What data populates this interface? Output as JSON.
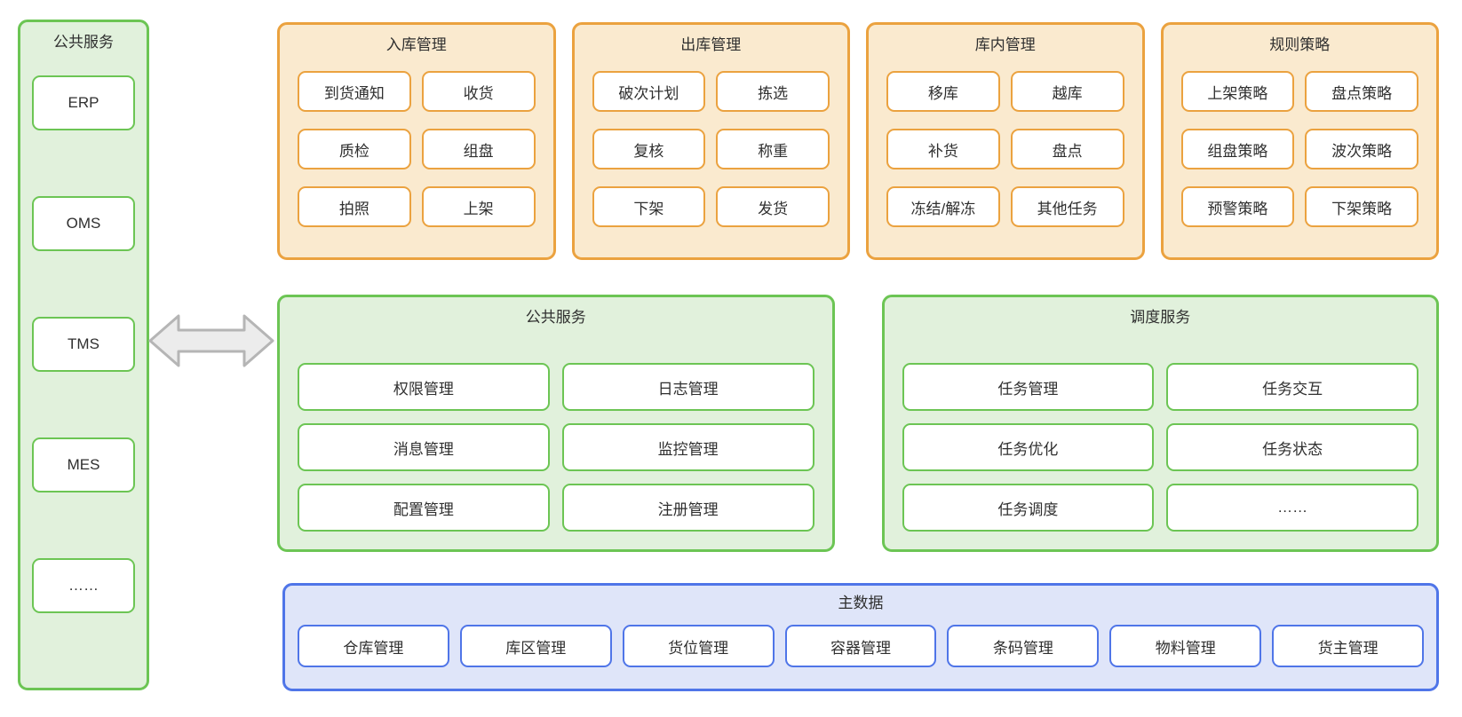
{
  "colors": {
    "green_border": "#6cc554",
    "green_fill": "#e1f1dc",
    "orange_border": "#eba23f",
    "orange_fill": "#faeacf",
    "blue_border": "#4f75e8",
    "blue_fill": "#dfe5f9",
    "arrow_fill": "#ececec",
    "arrow_border": "#b5b5b5",
    "text": "#2f2f2f"
  },
  "left_panel": {
    "title": "公共服务",
    "items": [
      "ERP",
      "OMS",
      "TMS",
      "MES",
      "……"
    ]
  },
  "top_panels": [
    {
      "title": "入库管理",
      "items": [
        "到货通知",
        "收货",
        "质检",
        "组盘",
        "拍照",
        "上架"
      ]
    },
    {
      "title": "出库管理",
      "items": [
        "破次计划",
        "拣选",
        "复核",
        "称重",
        "下架",
        "发货"
      ]
    },
    {
      "title": "库内管理",
      "items": [
        "移库",
        "越库",
        "补货",
        "盘点",
        "冻结/解冻",
        "其他任务"
      ]
    },
    {
      "title": "规则策略",
      "items": [
        "上架策略",
        "盘点策略",
        "组盘策略",
        "波次策略",
        "预警策略",
        "下架策略"
      ]
    }
  ],
  "middle_panels": [
    {
      "title": "公共服务",
      "items": [
        "权限管理",
        "日志管理",
        "消息管理",
        "监控管理",
        "配置管理",
        "注册管理"
      ]
    },
    {
      "title": "调度服务",
      "items": [
        "任务管理",
        "任务交互",
        "任务优化",
        "任务状态",
        "任务调度",
        "……"
      ]
    }
  ],
  "bottom_panel": {
    "title": "主数据",
    "items": [
      "仓库管理",
      "库区管理",
      "货位管理",
      "容器管理",
      "条码管理",
      "物料管理",
      "货主管理"
    ]
  }
}
